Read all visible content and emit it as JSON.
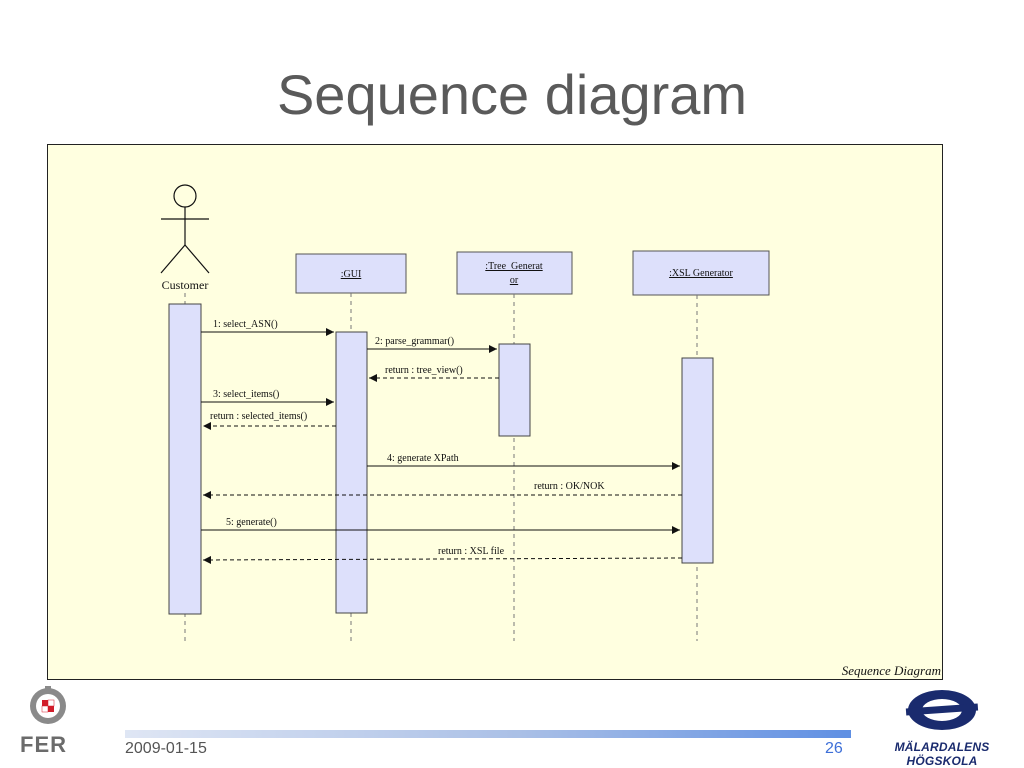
{
  "slide": {
    "title": "Sequence diagram",
    "date": "2009-01-15",
    "page_number": "26"
  },
  "logos": {
    "left_text": "FER",
    "right_text": "MÄLARDALENS HÖGSKOLA"
  },
  "diagram": {
    "caption": "Sequence Diagram",
    "actor": {
      "label": "Customer"
    },
    "objects": [
      {
        "label": ":GUI"
      },
      {
        "label_line1": ":Tree_Generat",
        "label_line2": "or"
      },
      {
        "label": ":XSL Generator"
      }
    ],
    "messages": [
      {
        "label": "1: select_ASN()"
      },
      {
        "label": "2: parse_grammar()"
      },
      {
        "label": "return : tree_view()"
      },
      {
        "label": "3: select_items()"
      },
      {
        "label": "return : selected_items()"
      },
      {
        "label": "4: generate XPath"
      },
      {
        "label": "return : OK/NOK"
      },
      {
        "label": "5: generate()"
      },
      {
        "label": "return : XSL file"
      }
    ]
  },
  "colors": {
    "diagram_background": "#ffffe0",
    "box_fill": "#dde0fb",
    "title_gray": "#5a5a5a",
    "page_number_blue": "#3d6fd8"
  }
}
